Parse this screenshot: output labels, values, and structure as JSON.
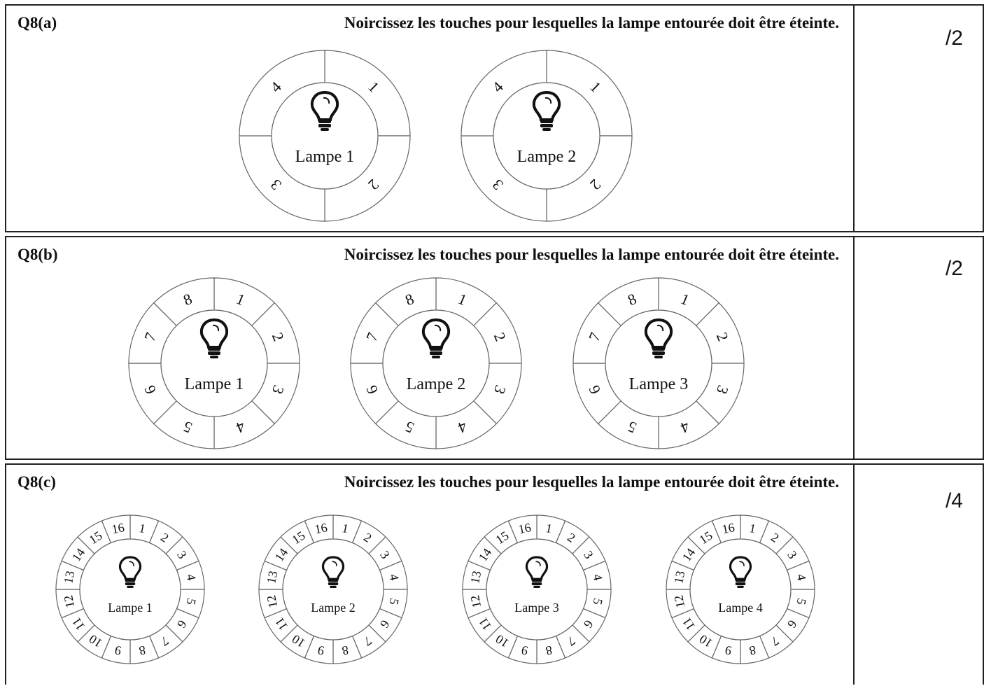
{
  "sections": [
    {
      "label": "Q8(a)",
      "instruction": "Noircissez les touches pour lesquelles la lampe entourée doit être éteinte.",
      "score": "/2",
      "key_count": 4,
      "key_labels": [
        "1",
        "2",
        "3",
        "4"
      ],
      "lamps": [
        "Lampe 1",
        "Lampe 2"
      ]
    },
    {
      "label": "Q8(b)",
      "instruction": "Noircissez les touches pour lesquelles la lampe entourée doit être éteinte.",
      "score": "/2",
      "key_count": 8,
      "key_labels": [
        "1",
        "2",
        "3",
        "4",
        "5",
        "6",
        "7",
        "8"
      ],
      "lamps": [
        "Lampe 1",
        "Lampe 2",
        "Lampe 3"
      ]
    },
    {
      "label": "Q8(c)",
      "instruction": "Noircissez les touches pour lesquelles la lampe entourée doit être éteinte.",
      "score": "/4",
      "key_count": 16,
      "key_labels": [
        "1",
        "2",
        "3",
        "4",
        "5",
        "6",
        "7",
        "8",
        "9",
        "10",
        "11",
        "12",
        "13",
        "14",
        "15",
        "16"
      ],
      "lamps": [
        "Lampe 1",
        "Lampe 2",
        "Lampe 3",
        "Lampe 4"
      ]
    }
  ],
  "icons": {
    "lamp": "lightbulb-icon"
  },
  "colors": {
    "line": "#666666",
    "border": "#222222",
    "text": "#111111"
  }
}
